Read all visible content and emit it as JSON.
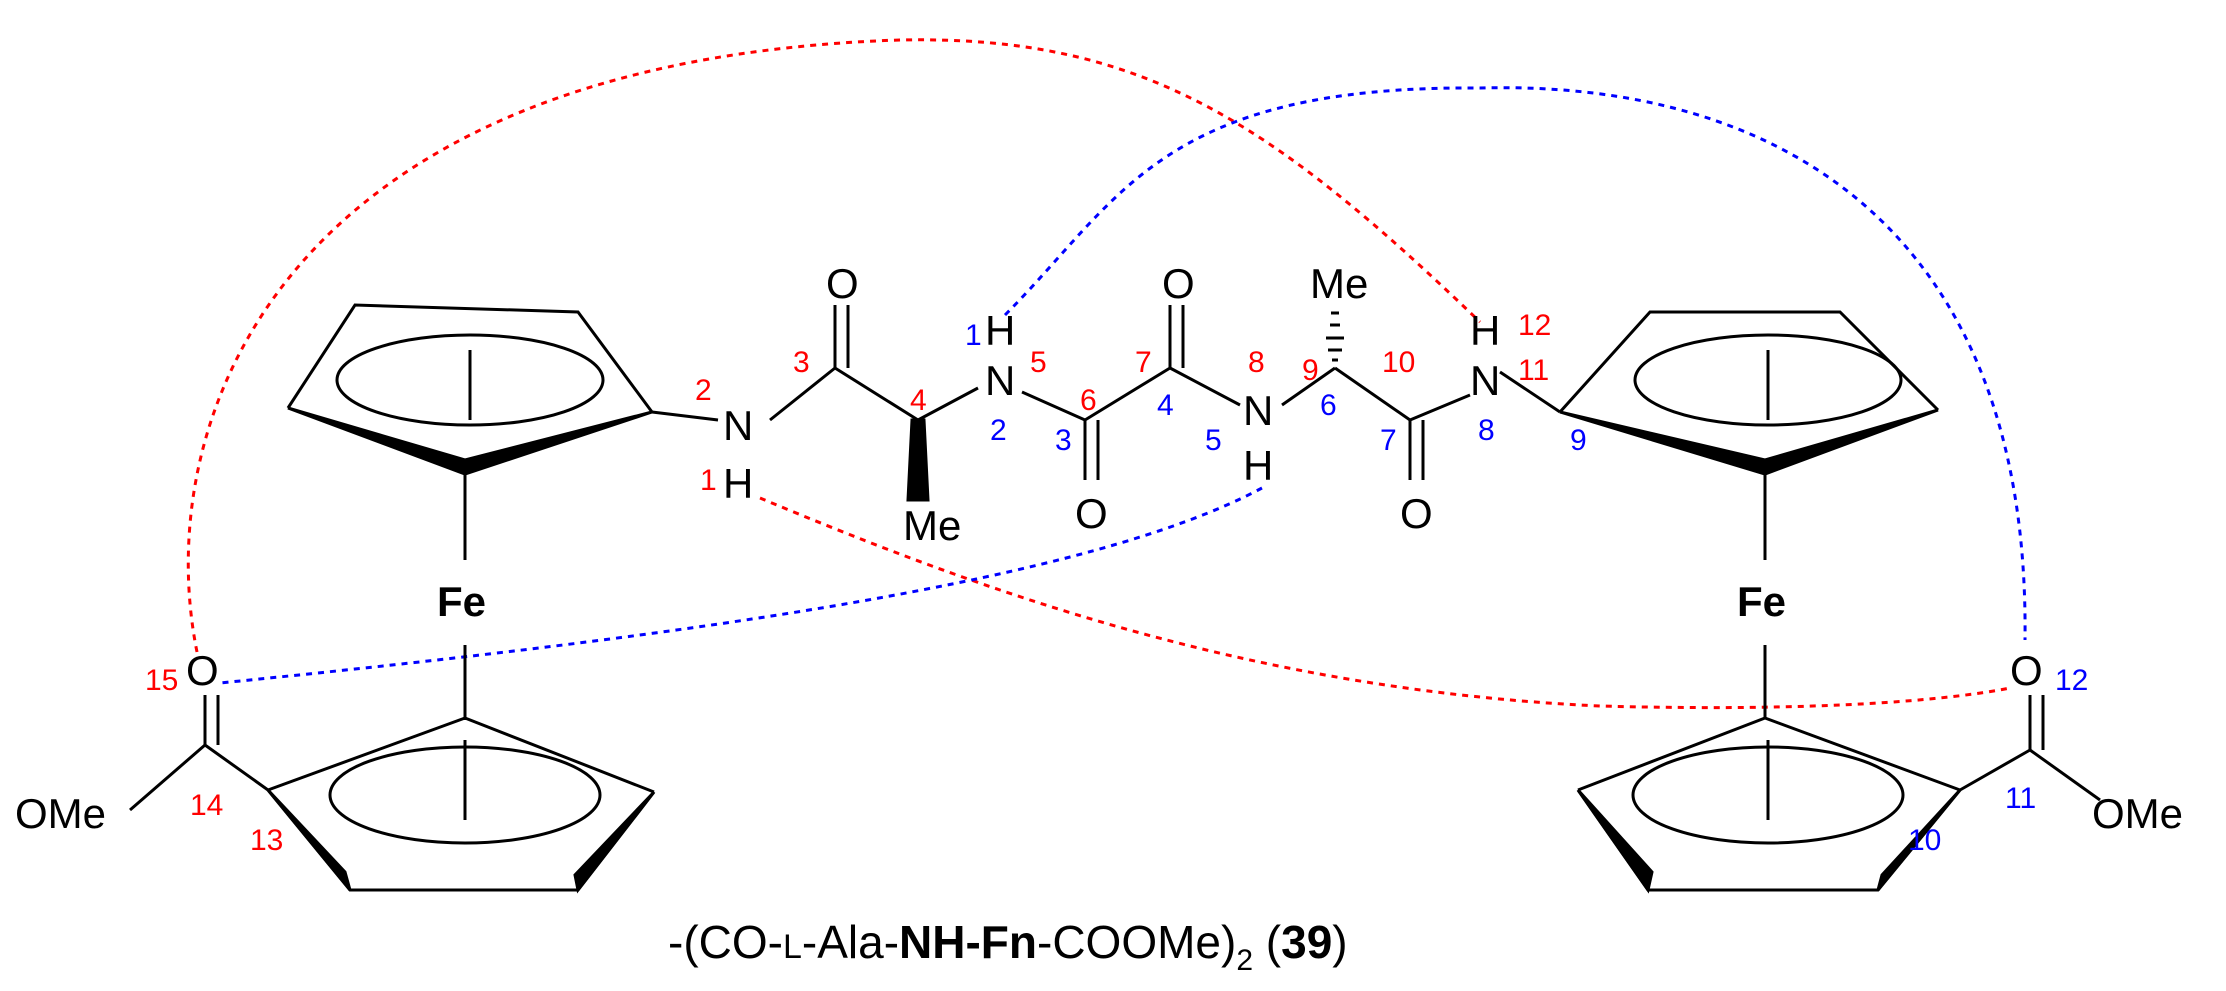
{
  "colors": {
    "bond": "#000000",
    "red": "#ff0000",
    "blue": "#0000ff"
  },
  "atoms": {
    "fe_left": "Fe",
    "fe_right": "Fe",
    "nh_left_n": "N",
    "nh_left_h": "H",
    "o_c3": "O",
    "me_c4": "Me",
    "nh_c4_n": "N",
    "nh_c4_h": "H",
    "o_c6": "O",
    "o_c7": "O",
    "nh_c8_n": "N",
    "nh_c8_h": "H",
    "me_c9": "Me",
    "o_c10": "O",
    "nh_right_n": "N",
    "nh_right_h": "H",
    "o_left_ester": "O",
    "ome_left": "OMe",
    "o_right_ester": "O",
    "ome_right": "OMe"
  },
  "red_numbers": [
    {
      "id": "r1",
      "text": "1"
    },
    {
      "id": "r2",
      "text": "2"
    },
    {
      "id": "r3",
      "text": "3"
    },
    {
      "id": "r4",
      "text": "4"
    },
    {
      "id": "r5",
      "text": "5"
    },
    {
      "id": "r6",
      "text": "6"
    },
    {
      "id": "r7",
      "text": "7"
    },
    {
      "id": "r8",
      "text": "8"
    },
    {
      "id": "r9",
      "text": "9"
    },
    {
      "id": "r10",
      "text": "10"
    },
    {
      "id": "r11",
      "text": "11"
    },
    {
      "id": "r12",
      "text": "12"
    },
    {
      "id": "r13",
      "text": "13"
    },
    {
      "id": "r14",
      "text": "14"
    },
    {
      "id": "r15",
      "text": "15"
    }
  ],
  "blue_numbers": [
    {
      "id": "b1",
      "text": "1"
    },
    {
      "id": "b2",
      "text": "2"
    },
    {
      "id": "b3",
      "text": "3"
    },
    {
      "id": "b4",
      "text": "4"
    },
    {
      "id": "b5",
      "text": "5"
    },
    {
      "id": "b6",
      "text": "6"
    },
    {
      "id": "b7",
      "text": "7"
    },
    {
      "id": "b8",
      "text": "8"
    },
    {
      "id": "b9",
      "text": "9"
    },
    {
      "id": "b10",
      "text": "10"
    },
    {
      "id": "b11",
      "text": "11"
    },
    {
      "id": "b12",
      "text": "12"
    }
  ],
  "caption": {
    "prefix": "-(CO-",
    "stereo": "L",
    "ala": "-Ala-",
    "nh": "NH",
    "dash": "-",
    "fn": "Fn",
    "suffix": "-COOMe)",
    "subscript": "2",
    "space_paren": " (",
    "compound": "39",
    "close": ")"
  }
}
